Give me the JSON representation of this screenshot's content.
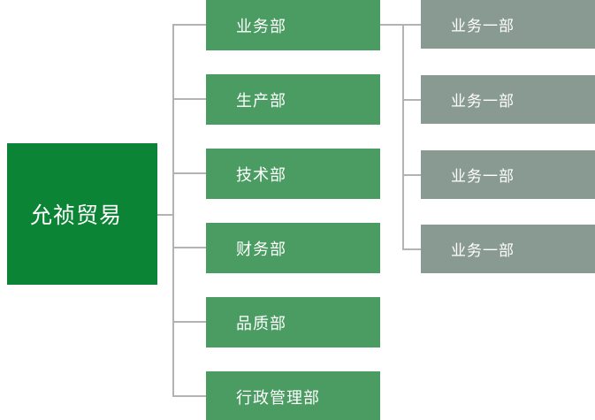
{
  "chart_data": {
    "type": "diagram",
    "diagram_type": "organization-chart",
    "title": "",
    "orientation": "left-to-right",
    "background": "#ffffff",
    "connector_color": "#b3b3b3",
    "levels": 3,
    "nodes": [
      {
        "id": "root",
        "label": "允祯贸易",
        "level": 1,
        "color": "#0c8435",
        "text_color": "#ffffff",
        "parent": null
      },
      {
        "id": "d1",
        "label": "业务部",
        "level": 2,
        "color": "#4a9c62",
        "text_color": "#ffffff",
        "parent": "root"
      },
      {
        "id": "d2",
        "label": "生产部",
        "level": 2,
        "color": "#4a9c62",
        "text_color": "#ffffff",
        "parent": "root"
      },
      {
        "id": "d3",
        "label": "技术部",
        "level": 2,
        "color": "#4a9c62",
        "text_color": "#ffffff",
        "parent": "root"
      },
      {
        "id": "d4",
        "label": "财务部",
        "level": 2,
        "color": "#4a9c62",
        "text_color": "#ffffff",
        "parent": "root"
      },
      {
        "id": "d5",
        "label": "品质部",
        "level": 2,
        "color": "#4a9c62",
        "text_color": "#ffffff",
        "parent": "root"
      },
      {
        "id": "d6",
        "label": "行政管理部",
        "level": 2,
        "color": "#4a9c62",
        "text_color": "#ffffff",
        "parent": "root"
      },
      {
        "id": "s1",
        "label": "业务一部",
        "level": 3,
        "color": "#899a92",
        "text_color": "#ffffff",
        "parent": "d1"
      },
      {
        "id": "s2",
        "label": "业务一部",
        "level": 3,
        "color": "#899a92",
        "text_color": "#ffffff",
        "parent": "d1"
      },
      {
        "id": "s3",
        "label": "业务一部",
        "level": 3,
        "color": "#899a92",
        "text_color": "#ffffff",
        "parent": "d1"
      },
      {
        "id": "s4",
        "label": "业务一部",
        "level": 3,
        "color": "#899a92",
        "text_color": "#ffffff",
        "parent": "d1"
      }
    ]
  },
  "org_chart": {
    "root": {
      "label": "允祯贸易",
      "color": "#0c8435"
    },
    "departments": [
      {
        "label": "业务部"
      },
      {
        "label": "生产部"
      },
      {
        "label": "技术部"
      },
      {
        "label": "财务部"
      },
      {
        "label": "品质部"
      },
      {
        "label": "行政管理部"
      }
    ],
    "department_color": "#4a9c62",
    "sub_units": [
      {
        "label": "业务一部"
      },
      {
        "label": "业务一部"
      },
      {
        "label": "业务一部"
      },
      {
        "label": "业务一部"
      }
    ],
    "sub_unit_color": "#899a92",
    "connector_color": "#b3b3b3"
  }
}
